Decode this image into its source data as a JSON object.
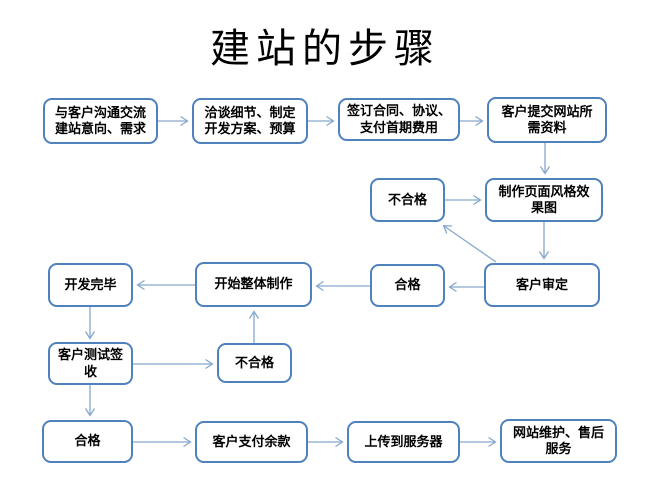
{
  "title": "建站的步骤",
  "colors": {
    "box_border": "#4f81bd",
    "arrow": "#86a8cd",
    "text": "#000000",
    "background": "#ffffff"
  },
  "nodes": [
    {
      "id": "communicate-intent",
      "label": "与客户沟通交流\n建站意向、需求"
    },
    {
      "id": "discuss-details",
      "label": "洽谈细节、制定\n开发方案、预算"
    },
    {
      "id": "sign-contract",
      "label": "签订合同、协议、\n支付首期费用"
    },
    {
      "id": "submit-materials",
      "label": "客户提交网站所\n需资料"
    },
    {
      "id": "style-fail",
      "label": "不合格"
    },
    {
      "id": "make-style-mockup",
      "label": "制作页面风格效\n果图"
    },
    {
      "id": "dev-complete",
      "label": "开发完毕"
    },
    {
      "id": "start-build",
      "label": "开始整体制作"
    },
    {
      "id": "style-pass",
      "label": "合格"
    },
    {
      "id": "client-review",
      "label": "客户审定"
    },
    {
      "id": "client-test-accept",
      "label": "客户测试签\n收"
    },
    {
      "id": "test-fail",
      "label": "不合格"
    },
    {
      "id": "test-pass",
      "label": "合格"
    },
    {
      "id": "pay-balance",
      "label": "客户支付余款"
    },
    {
      "id": "upload-server",
      "label": "上传到服务器"
    },
    {
      "id": "maintenance",
      "label": "网站维护、售后\n服务"
    }
  ],
  "edges": [
    {
      "from": "communicate-intent",
      "to": "discuss-details"
    },
    {
      "from": "discuss-details",
      "to": "sign-contract"
    },
    {
      "from": "sign-contract",
      "to": "submit-materials"
    },
    {
      "from": "submit-materials",
      "to": "make-style-mockup"
    },
    {
      "from": "style-fail",
      "to": "make-style-mockup"
    },
    {
      "from": "make-style-mockup",
      "to": "client-review"
    },
    {
      "from": "client-review",
      "to": "style-fail"
    },
    {
      "from": "client-review",
      "to": "style-pass"
    },
    {
      "from": "style-pass",
      "to": "start-build"
    },
    {
      "from": "start-build",
      "to": "dev-complete"
    },
    {
      "from": "dev-complete",
      "to": "client-test-accept"
    },
    {
      "from": "client-test-accept",
      "to": "test-fail"
    },
    {
      "from": "test-fail",
      "to": "start-build"
    },
    {
      "from": "client-test-accept",
      "to": "test-pass"
    },
    {
      "from": "test-pass",
      "to": "pay-balance"
    },
    {
      "from": "pay-balance",
      "to": "upload-server"
    },
    {
      "from": "upload-server",
      "to": "maintenance"
    }
  ]
}
